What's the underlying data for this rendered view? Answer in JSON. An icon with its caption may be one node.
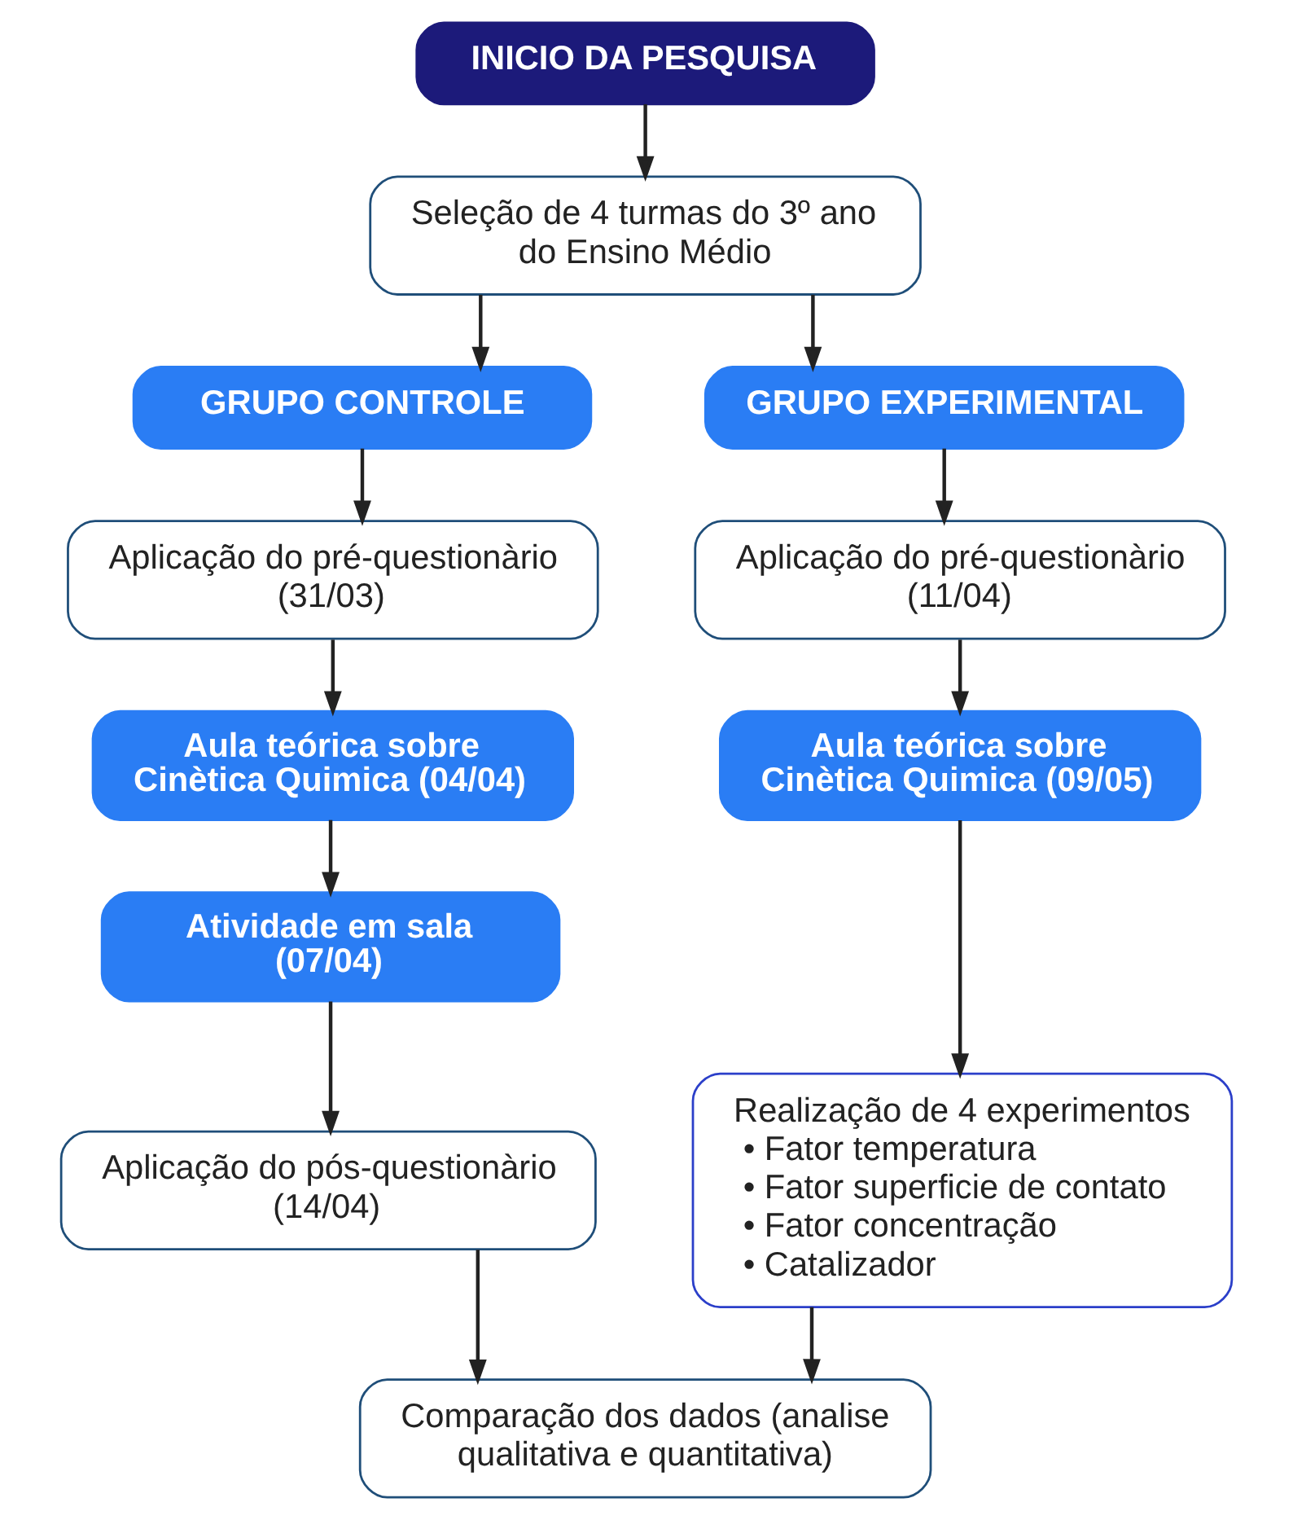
{
  "diagram": {
    "nodes": [
      {
        "text": [
          "INICIO DA PESQUISA"
        ]
      },
      {
        "text": [
          "Seleção de 4 turmas do 3º ano do Ensino Médio"
        ]
      },
      {
        "text": [
          "GRUPO CONTROLE"
        ]
      },
      {
        "text": [
          "GRUPO EXPERIMENTAL"
        ]
      },
      {
        "text": [
          "Aplicação do pré-questionàrio (31/03)"
        ]
      },
      {
        "text": [
          "Aplicação do pré-questionàrio (11/04)"
        ]
      },
      {
        "text": [
          "Aula teórica sobre Cinètica Quimica (04/04)"
        ]
      },
      {
        "text": [
          "Aula teórica sobre Cinètica Quimica (09/05)"
        ]
      },
      {
        "text": [
          "Atividade em sala (07/04)"
        ]
      },
      {
        "text": [
          "Realização de 4 experimentos",
          "• Fator temperatura",
          "• Fator superficie de contato",
          "• Fator concentração",
          "• Catalizador"
        ]
      },
      {
        "text": [
          "Aplicação do pós-questionàrio (14/04)"
        ]
      },
      {
        "text": [
          "Comparação dos dados (analise qualitativa e quantitativa)"
        ]
      }
    ],
    "edges": [
      {
        "from": 0,
        "to": 1,
        "arrow": "to"
      },
      {
        "from": 1,
        "to": 2,
        "arrow": "to"
      },
      {
        "from": 1,
        "to": 3,
        "arrow": "to"
      },
      {
        "from": 2,
        "to": 4,
        "arrow": "to"
      },
      {
        "from": 3,
        "to": 5,
        "arrow": "to"
      },
      {
        "from": 4,
        "to": 6,
        "arrow": "to"
      },
      {
        "from": 5,
        "to": 7,
        "arrow": "to"
      },
      {
        "from": 6,
        "to": 8,
        "arrow": "to"
      },
      {
        "from": 7,
        "to": 9,
        "arrow": "to"
      },
      {
        "from": 8,
        "to": 10,
        "arrow": "to"
      },
      {
        "from": 10,
        "to": 11,
        "arrow": "to"
      },
      {
        "from": 9,
        "to": 11,
        "arrow": "to"
      }
    ]
  }
}
